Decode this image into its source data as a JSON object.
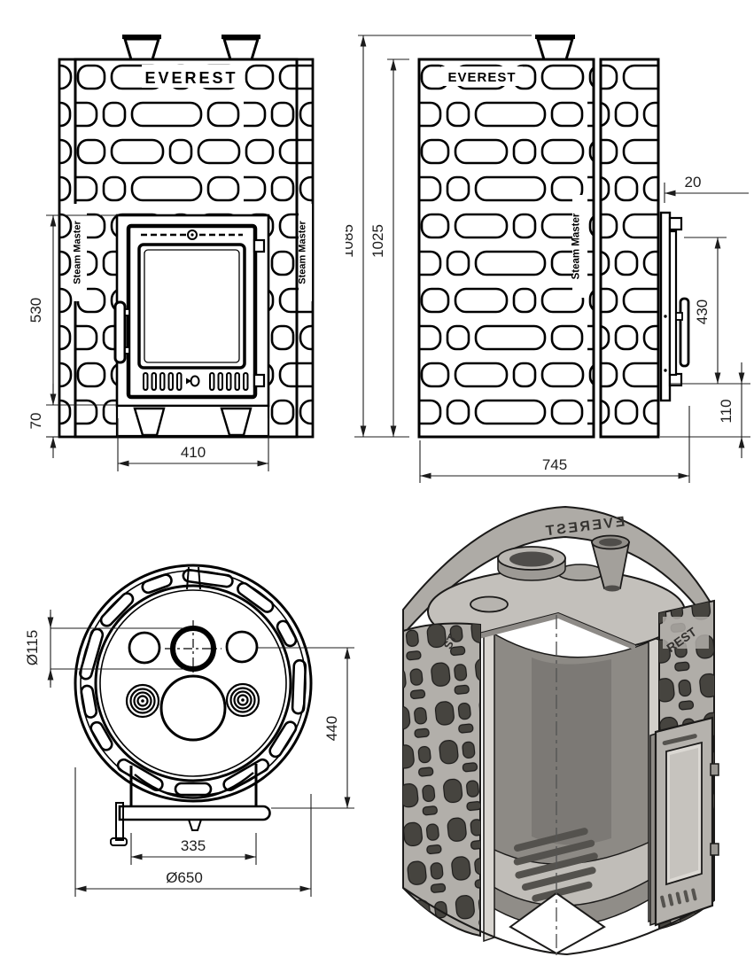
{
  "drawing": {
    "brand": "EVEREST",
    "model": "Steam Master",
    "front": {
      "dim_door_height": "530",
      "dim_base": "70",
      "dim_door_width": "410"
    },
    "side": {
      "dim_total_height": "1085",
      "dim_body_height": "1025",
      "dim_top_gap": "20",
      "dim_door_height": "430",
      "dim_door_bottom": "110",
      "dim_depth": "745"
    },
    "top": {
      "dim_chimney_diameter": "Ø115",
      "dim_door_offset": "440",
      "dim_door_width": "335",
      "dim_overall_diameter": "Ø650"
    },
    "iso": {
      "brand_mirrored": "EVEREST",
      "brand_fragment_right": "REST",
      "brand_fragment_left": "ST"
    }
  }
}
